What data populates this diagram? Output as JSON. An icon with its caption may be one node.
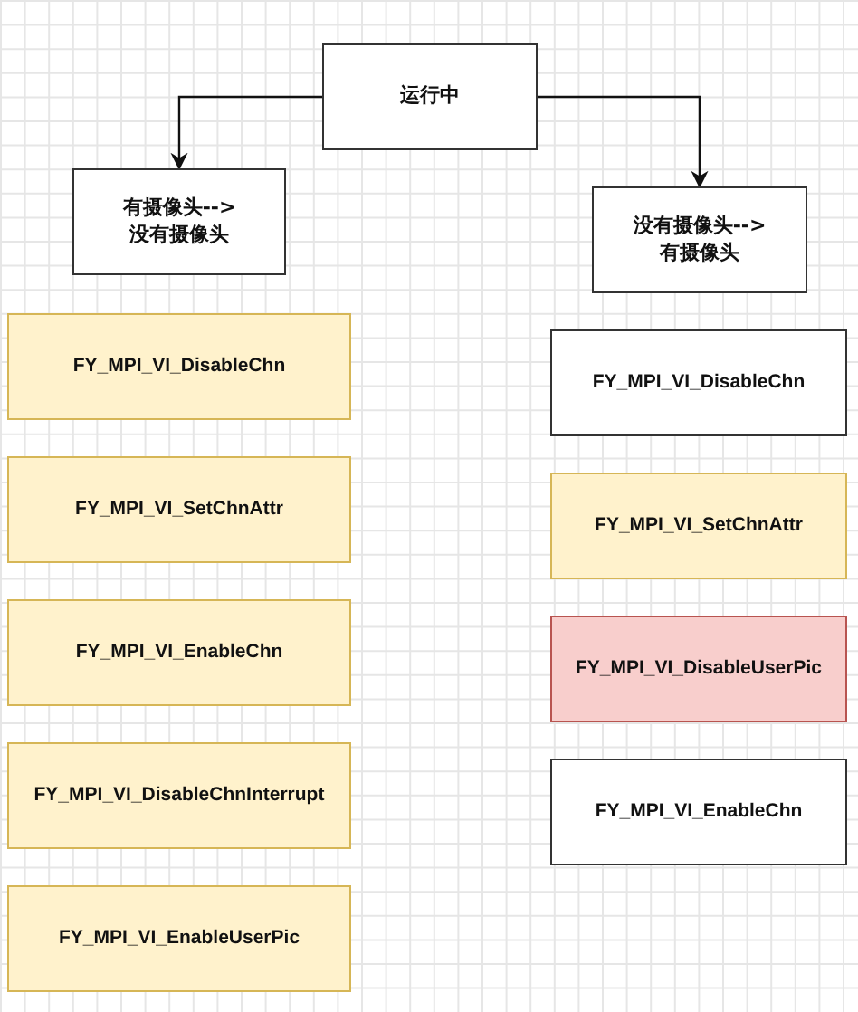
{
  "diagram": {
    "nodes": [
      {
        "text": [
          "运行中"
        ]
      },
      {
        "text": [
          "有摄像头--> 没有摄像头"
        ]
      },
      {
        "text": [
          "没有摄像头--> 有摄像头"
        ]
      },
      {
        "text": [
          "FY_MPI_VI_DisableChn"
        ]
      },
      {
        "text": [
          "FY_MPI_VI_SetChnAttr"
        ]
      },
      {
        "text": [
          "FY_MPI_VI_EnableChn"
        ]
      },
      {
        "text": [
          "FY_MPI_VI_DisableChnInterrupt"
        ]
      },
      {
        "text": [
          "FY_MPI_VI_EnableUserPic"
        ]
      },
      {
        "text": [
          "FY_MPI_VI_DisableChn"
        ]
      },
      {
        "text": [
          "FY_MPI_VI_SetChnAttr"
        ]
      },
      {
        "text": [
          "FY_MPI_VI_DisableUserPic"
        ]
      },
      {
        "text": [
          "FY_MPI_VI_EnableChn"
        ]
      }
    ],
    "edges": [
      {
        "from": 0,
        "to": 1,
        "arrow": "to"
      },
      {
        "from": 0,
        "to": 2,
        "arrow": "to"
      }
    ]
  }
}
